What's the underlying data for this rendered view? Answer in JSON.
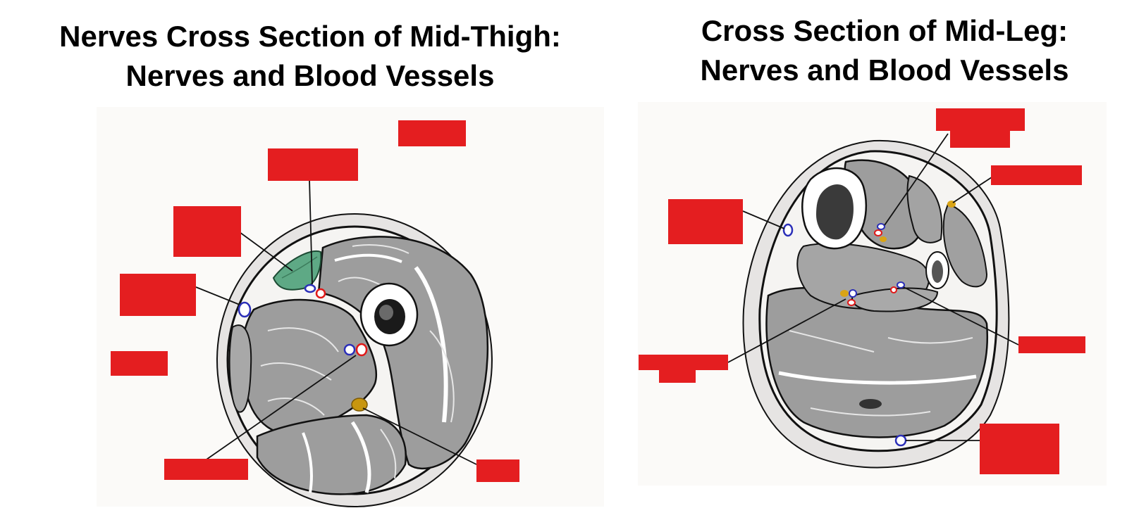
{
  "titles": {
    "thigh": [
      "Nerves Cross Section of Mid-Thigh:",
      "Nerves and Blood Vessels"
    ],
    "leg": [
      "Cross Section of Mid-Leg:",
      "Nerves and Blood Vessels"
    ]
  },
  "colors": {
    "label_box": "#e41e20",
    "vein": "#2b2fb8",
    "artery": "#e01818",
    "nerve": "#d9a416",
    "muscle": "#9d9d9d",
    "fascia": "#e9e7e6",
    "skin_fat": "#e6e4e3",
    "sartorius": "#5ea985",
    "outline": "#111111"
  },
  "legend_marks": {
    "vein": "blue-ring-marker",
    "artery": "red-ring-marker",
    "nerve": "yellow-dot-marker"
  }
}
